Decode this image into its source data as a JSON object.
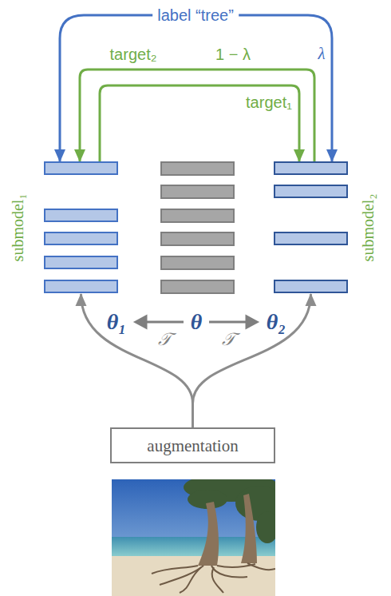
{
  "diagram": {
    "nodes": [
      {
        "text": [
          "submodel₁"
        ]
      },
      {
        "text": [
          "submodel₂"
        ]
      },
      {
        "text": [
          "augmentation"
        ]
      }
    ],
    "edges": [
      {
        "from": 0,
        "to": 1,
        "arrow": "both",
        "label": "label “tree”"
      },
      {
        "from": 1,
        "to": 0,
        "arrow": "to",
        "label": "target₂"
      },
      {
        "from": 0,
        "to": 1,
        "arrow": "to",
        "label": "target₁"
      },
      {
        "from": 2,
        "to": 0,
        "arrow": "to"
      },
      {
        "from": 2,
        "to": 1,
        "arrow": "to"
      }
    ],
    "labels": [
      "λ",
      "1 − λ",
      "θ₁",
      "θ",
      "θ₂",
      "𝒯",
      "𝒯"
    ]
  }
}
